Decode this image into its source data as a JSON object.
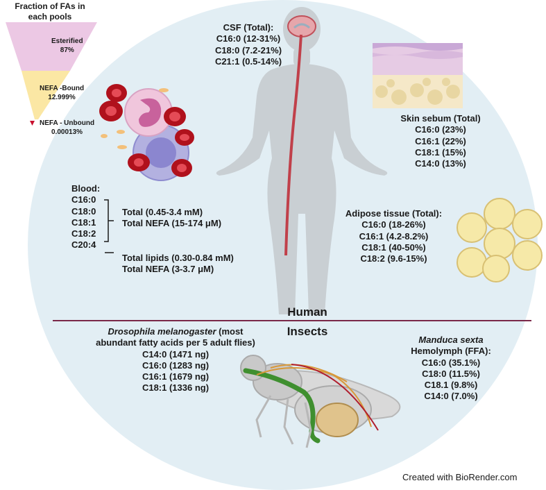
{
  "colors": {
    "circle": "#e2eef4",
    "divider": "#7a2848",
    "esterified": "#ecc8e4",
    "bound": "#fbe7a4",
    "unbound": "#c8102e"
  },
  "pools": {
    "title1": "Fraction of FAs in",
    "title2": "each pools",
    "esterified_label": "Esterified",
    "esterified_value": "87%",
    "bound_label": "NEFA -Bound",
    "bound_value": "12.999%",
    "unbound_label": "NEFA - Unbound",
    "unbound_value": "0.00013%"
  },
  "csf": {
    "title": "CSF (Total):",
    "items": [
      "C16:0 (12-31%)",
      "C18:0 (7.2-21%)",
      "C21:1 (0.5-14%)"
    ]
  },
  "skin": {
    "title": "Skin sebum (Total)",
    "items": [
      "C16:0 (23%)",
      "C16:1 (22%)",
      "C18:1 (15%)",
      "C14:0 (13%)"
    ]
  },
  "blood": {
    "title": "Blood:",
    "acids": [
      "C16:0",
      "C18:0",
      "C18:1",
      "C18:2",
      "C20:4"
    ],
    "group1": [
      "Total (0.45-3.4 mM)",
      "Total NEFA (15-174 μM)"
    ],
    "group2": [
      "Total lipids (0.30-0.84 mM)",
      "Total NEFA (3-3.7 μM)"
    ]
  },
  "adipose": {
    "title": "Adipose tissue (Total):",
    "items": [
      "C16:0 (18-26%)",
      "C16:1 (4.2-8.2%)",
      "C18:1 (40-50%)",
      "C18:2 (9.6-15%)"
    ]
  },
  "human_label": "Human",
  "insects_label": "Insects",
  "drosophila": {
    "species": "Drosophila melanogaster",
    "desc1": " (most",
    "desc2": "abundant fatty acids per 5 adult  flies)",
    "items": [
      "C14:0 (1471 ng)",
      "C16:0 (1283 ng)",
      "C16:1 (1679 ng)",
      "C18:1 (1336 ng)"
    ]
  },
  "manduca": {
    "species": "Manduca sexta",
    "subtitle": "Hemolymph (FFA):",
    "items": [
      "C16:0 (35.1%)",
      "C18:0 (11.5%)",
      "C18.1 (9.8%)",
      "C14:0 (7.0%)"
    ]
  },
  "credit": "Created with BioRender.com"
}
